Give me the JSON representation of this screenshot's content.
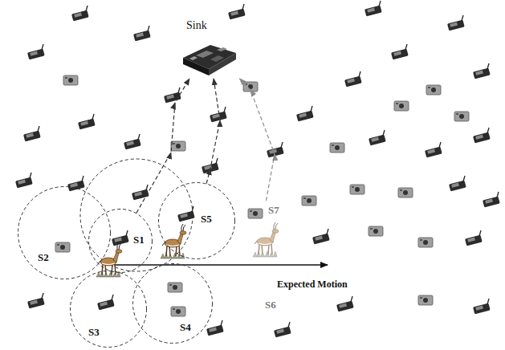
{
  "diagram": {
    "nodes": [
      {
        "text": [
          "Sink"
        ]
      },
      {
        "text": [
          "S7"
        ]
      },
      {
        "text": [
          "S5"
        ]
      },
      {
        "text": [
          "S1"
        ]
      },
      {
        "text": [
          "S2"
        ]
      },
      {
        "text": [
          "S4"
        ]
      },
      {
        "text": [
          "S3"
        ]
      }
    ],
    "edges": [
      {
        "from": 3,
        "to": 0,
        "arrow": "to"
      },
      {
        "from": 2,
        "to": 0,
        "arrow": "to"
      },
      {
        "from": 1,
        "to": 0,
        "arrow": "to"
      }
    ],
    "labels": [
      "Expected Motion",
      "S6"
    ]
  }
}
